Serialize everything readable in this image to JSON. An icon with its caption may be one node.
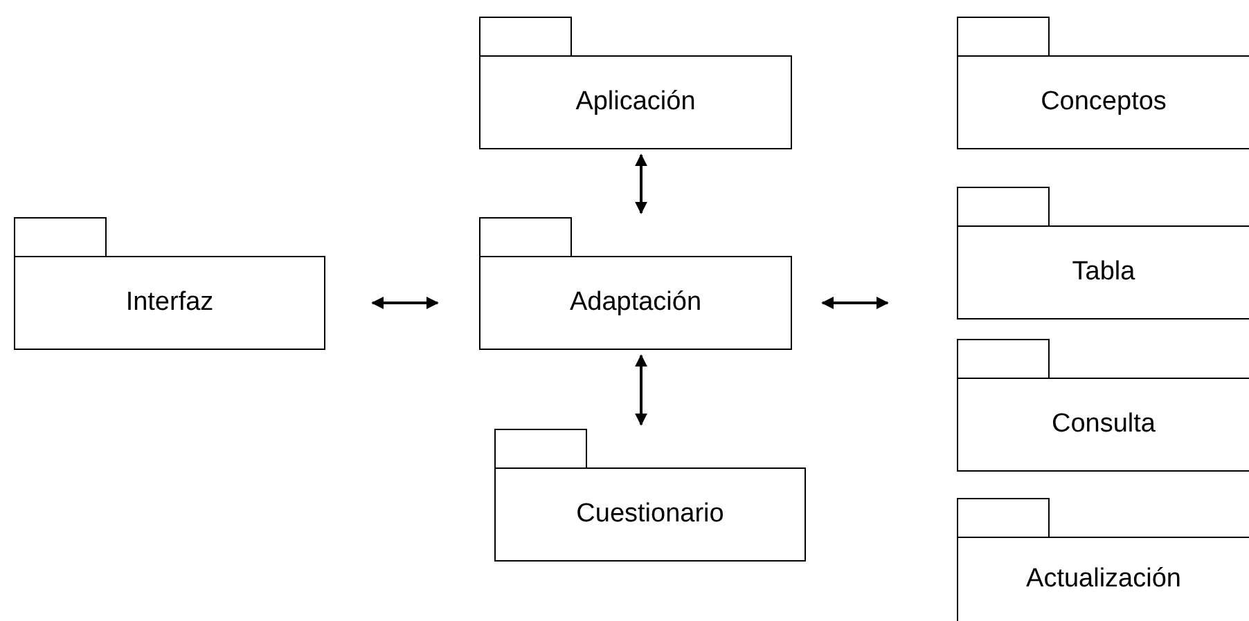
{
  "diagram": {
    "nodes": [
      {
        "text": [
          "Aplicación"
        ]
      },
      {
        "text": [
          "Conceptos"
        ]
      },
      {
        "text": [
          "Interfaz"
        ]
      },
      {
        "text": [
          "Adaptación"
        ]
      },
      {
        "text": [
          "Tabla"
        ]
      },
      {
        "text": [
          "Consulta"
        ]
      },
      {
        "text": [
          "Cuestionario"
        ]
      },
      {
        "text": [
          "Actualización"
        ]
      }
    ],
    "edges": [
      {
        "from": 0,
        "to": 3,
        "arrow": "both"
      },
      {
        "from": 2,
        "to": 3,
        "arrow": "both"
      },
      {
        "from": 3,
        "to": null,
        "arrow": "both"
      },
      {
        "from": 3,
        "to": 6,
        "arrow": "both"
      }
    ]
  }
}
